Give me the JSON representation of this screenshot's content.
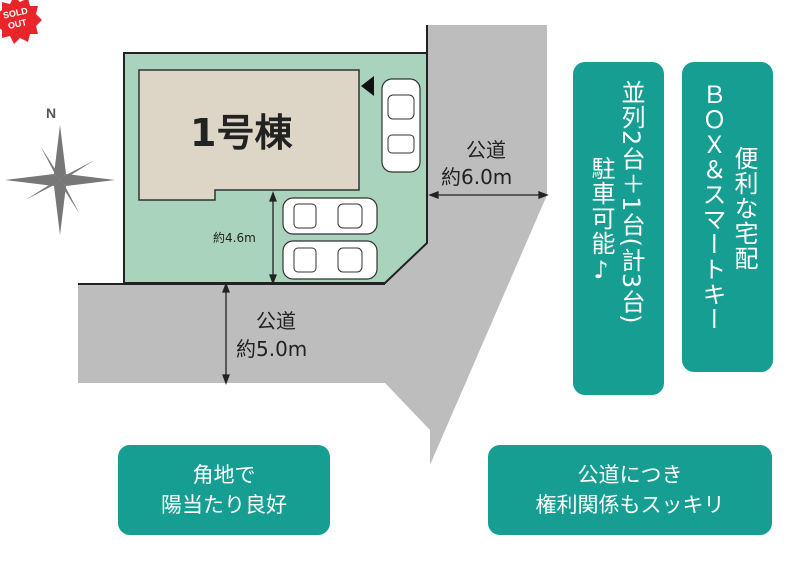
{
  "badge": {
    "text": "SOLD OUT",
    "color": "#e8262a"
  },
  "compass": {
    "north_label": "N"
  },
  "lot": {
    "building_label": "1号棟",
    "depth_label": "約4.6m",
    "lot_color": "#a9d3bd",
    "building_color": "#ddd6c6"
  },
  "roads": {
    "east": {
      "name": "公道",
      "width": "約6.0m"
    },
    "south": {
      "name": "公道",
      "width": "約5.0m"
    },
    "color": "#bdbdbd"
  },
  "features": {
    "accent": "#169e92",
    "parking": {
      "line1": "並列2台＋1台(計3台)",
      "line2": "駐車可能♪"
    },
    "delivery": {
      "line1": "便利な宅配",
      "line2": "ＢＯＸ＆スマートキー"
    },
    "corner": {
      "line1": "角地で",
      "line2": "陽当たり良好"
    },
    "public_road": {
      "line1": "公道につき",
      "line2": "権利関係もスッキリ"
    }
  }
}
